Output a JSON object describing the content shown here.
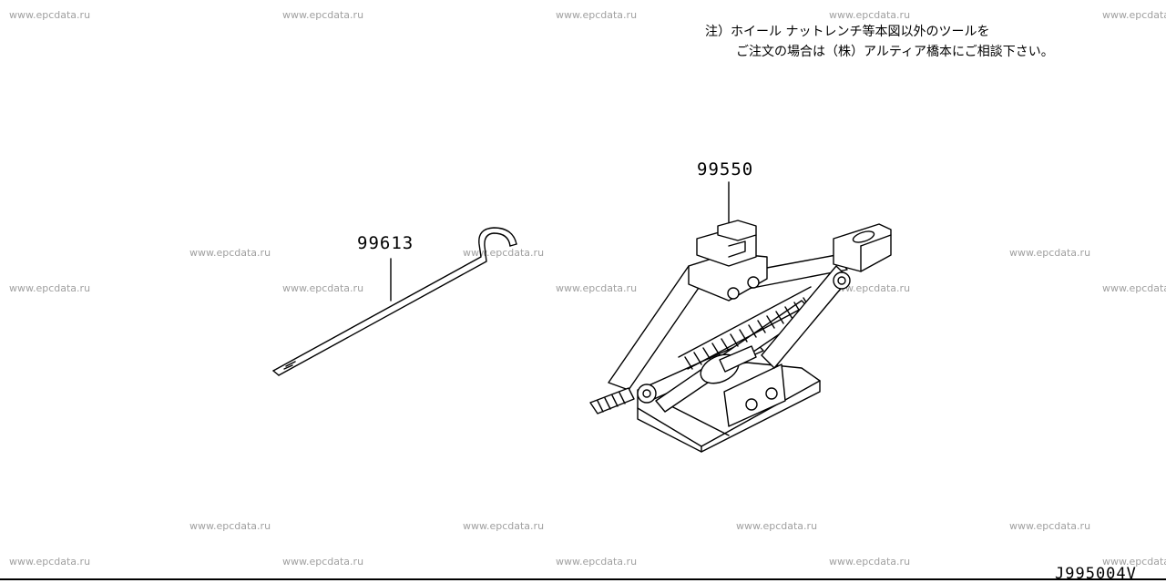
{
  "watermark": "www.epcdata.ru",
  "note": {
    "line1": "注）ホイール ナットレンチ等本図以外のツールを",
    "line2": "ご注文の場合は（株）アルティア橋本にご相談下さい。"
  },
  "parts": [
    {
      "number": "99613",
      "name_icon": "jack-handle-icon"
    },
    {
      "number": "99550",
      "name_icon": "scissor-jack-icon"
    }
  ],
  "figure_id": "J995004V"
}
